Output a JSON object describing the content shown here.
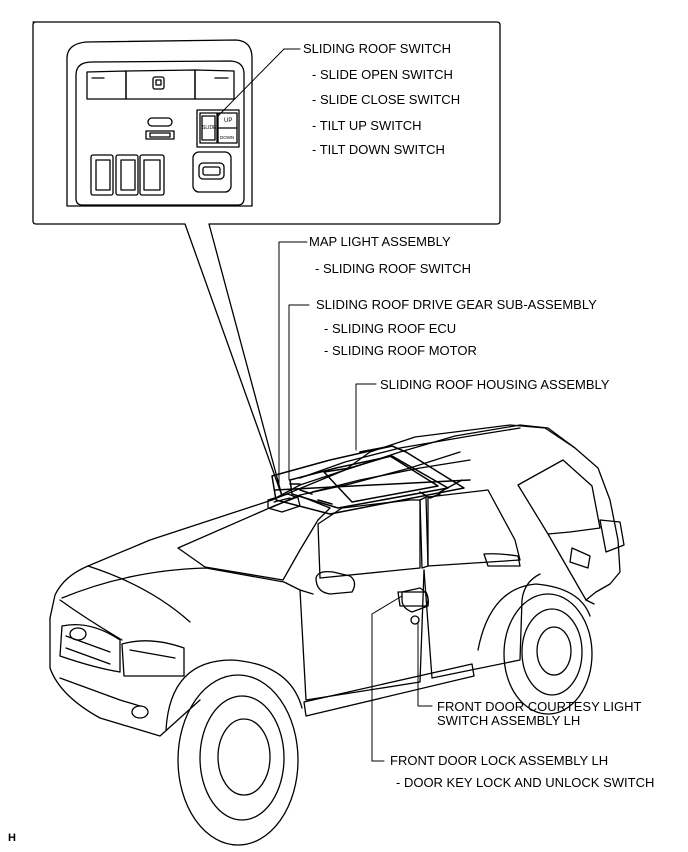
{
  "callouts": {
    "sliding_roof_switch": "SLIDING ROOF SWITCH",
    "slide_open_switch": "- SLIDE OPEN SWITCH",
    "slide_close_switch": "- SLIDE CLOSE SWITCH",
    "tilt_up_switch": "- TILT UP SWITCH",
    "tilt_down_switch": "- TILT DOWN SWITCH",
    "map_light_assembly": "MAP LIGHT ASSEMBLY",
    "map_light_sub": "- SLIDING ROOF SWITCH",
    "drive_gear": "SLIDING ROOF DRIVE GEAR SUB-ASSEMBLY",
    "drive_gear_ecu": "- SLIDING ROOF ECU",
    "drive_gear_motor": "- SLIDING ROOF MOTOR",
    "housing": "SLIDING ROOF HOUSING ASSEMBLY",
    "courtesy_line1": "FRONT DOOR COURTESY LIGHT",
    "courtesy_line2": "SWITCH ASSEMBLY LH",
    "door_lock": "FRONT DOOR LOCK ASSEMBLY LH",
    "door_lock_sub": "- DOOR KEY LOCK AND UNLOCK SWITCH"
  },
  "switch_panel": {
    "up_label": "UP",
    "slide_label": "SLIDE",
    "down_label": "DOWN"
  },
  "footer": {
    "code": "H"
  }
}
